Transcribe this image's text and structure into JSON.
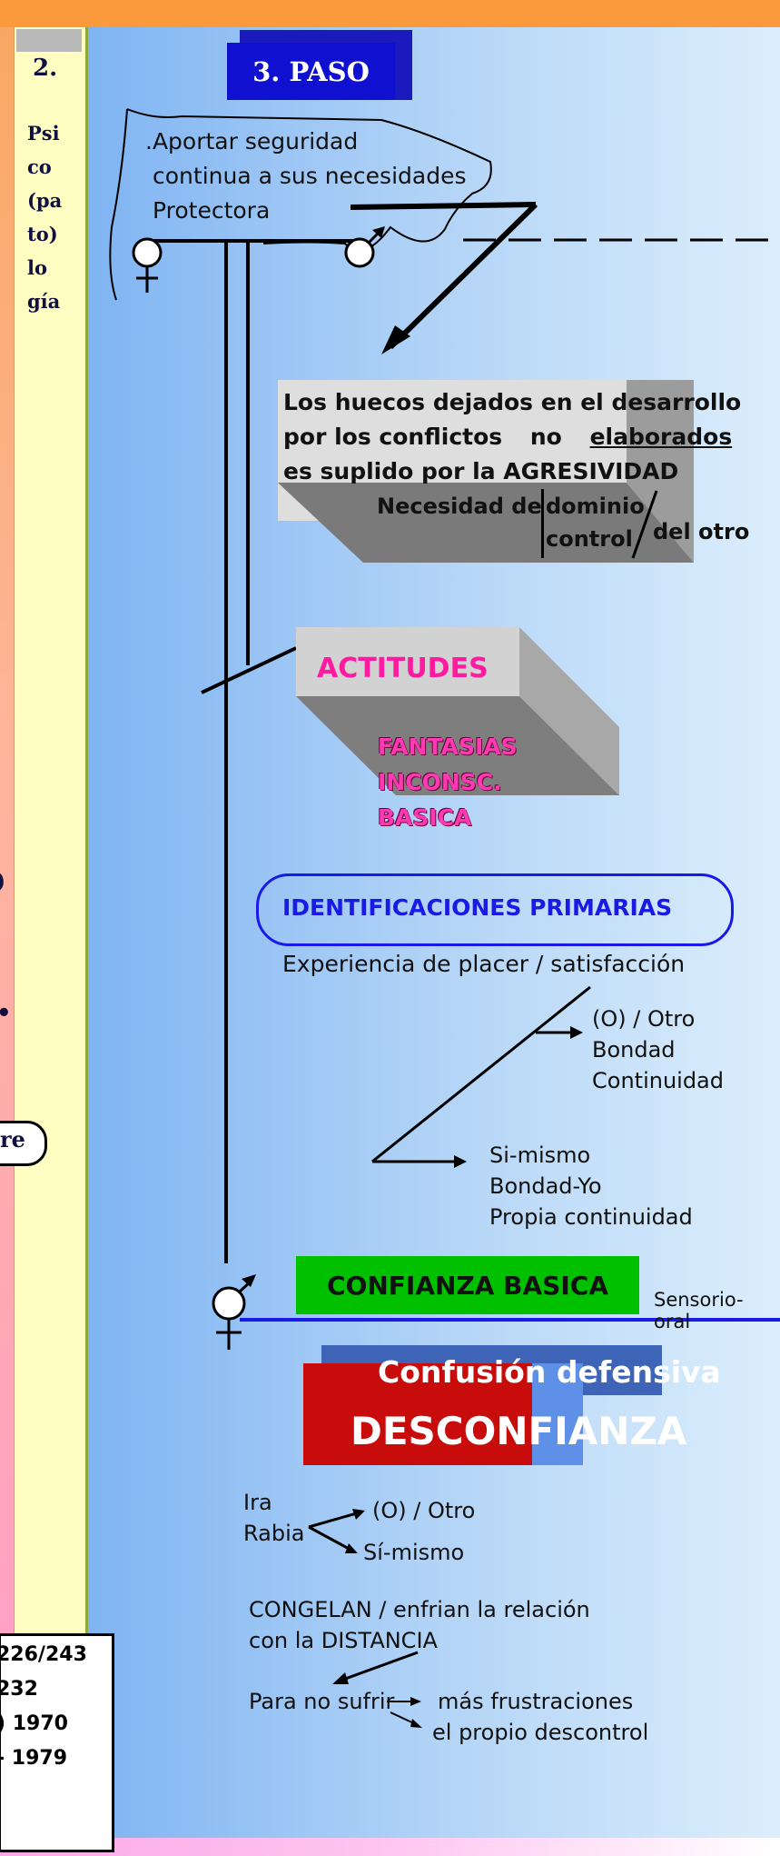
{
  "section": {
    "number": "2.",
    "vertical_title": [
      "Psi",
      "co",
      "(pa",
      "to)",
      "lo",
      "gía"
    ]
  },
  "left_edge_fragments": [
    ")",
    "•",
    "re"
  ],
  "references": {
    "lines": [
      "226/243",
      "232",
      ") 1970",
      "- 1979"
    ]
  },
  "step": {
    "label": "3. PASO"
  },
  "protect_text": [
    ".Aportar seguridad",
    "continua a sus necesidades",
    "Protectora"
  ],
  "huecos": {
    "lines": [
      "Los huecos dejados en el desarrollo",
      "por los conflictos",
      "no",
      "elaborados",
      "es suplido por la AGRESIVIDAD"
    ],
    "necesidad": "Necesidad de",
    "dominio": "dominio",
    "control": "control",
    "del_otro": "del otro"
  },
  "actitudes": {
    "label": "ACTITUDES",
    "fantasias": [
      "FANTASIAS",
      "INCONSC.",
      "BASICA"
    ]
  },
  "identificaciones": {
    "label": "IDENTIFICACIONES PRIMARIAS",
    "subtitle": "Experiencia de placer / satisfacción",
    "otro": [
      "(O) / Otro",
      "Bondad",
      "Continuidad"
    ],
    "si_mismo": [
      "Si-mismo",
      "Bondad-Yo",
      "Propia continuidad"
    ]
  },
  "confianza": {
    "label": "CONFIANZA BASICA",
    "stage": "Sensorio-oral"
  },
  "desconfianza": {
    "confusion": "Confusión defensiva",
    "label": "DESCONFIANZA"
  },
  "ira": {
    "lines": [
      "Ira",
      "Rabia"
    ],
    "targets": [
      "(O) / Otro",
      "Sí-mismo"
    ]
  },
  "congelan": {
    "lines": [
      "CONGELAN / enfrian la relación",
      "con la DISTANCIA"
    ],
    "para": "Para no sufrir",
    "results": [
      "más frustraciones",
      "el propio descontrol"
    ]
  },
  "colors": {
    "step_box": "#1010d0",
    "actitudes": "#ff1aa0",
    "identificaciones": "#1a1ae6",
    "confianza": "#00c000",
    "desconfianza": "#c80c0c"
  }
}
